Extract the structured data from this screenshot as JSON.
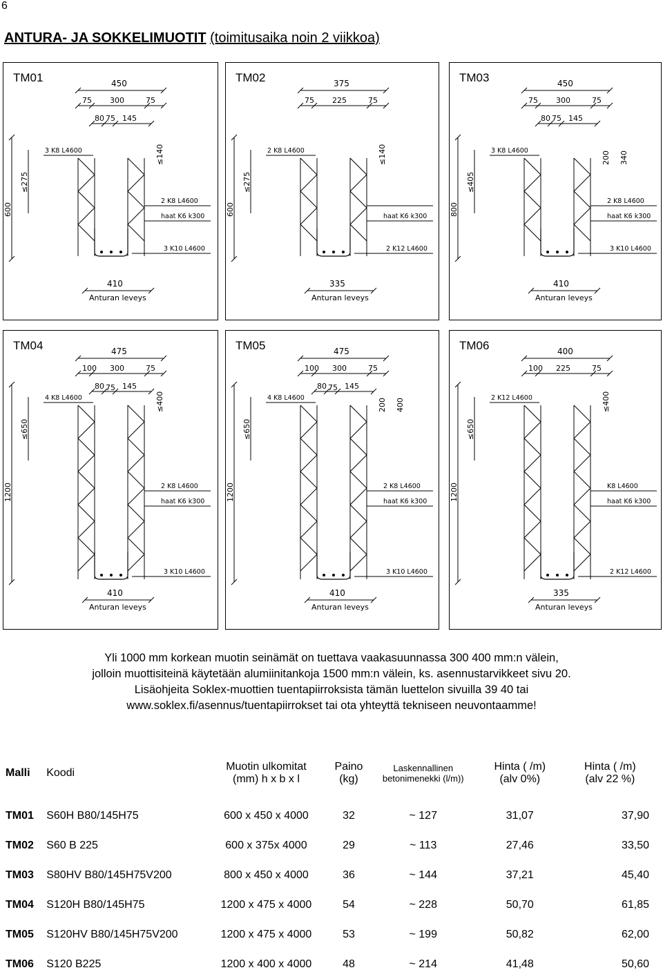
{
  "page_number": "6",
  "heading": {
    "title": "ANTURA- JA SOKKELIMUOTIT",
    "subtitle": "(toimitusaika noin 2 viikkoa)"
  },
  "drawings": [
    {
      "code": "TM01",
      "width": "450",
      "parts": [
        "75",
        "300",
        "75"
      ],
      "sub": [
        "80",
        "75",
        "145"
      ],
      "height": "600",
      "rebar_top": "3 K8 L4600",
      "rebar_mid": "2 K8 L4600",
      "haat": "haat K6 k300",
      "rebar_bot": "3 K10 L4600",
      "base": "410",
      "base_label": "Anturan leveys",
      "dim_a": "≤275",
      "dim_b": "≤140"
    },
    {
      "code": "TM02",
      "width": "375",
      "parts": [
        "75",
        "225",
        "75"
      ],
      "sub": [],
      "height": "600",
      "rebar_top": "2 K8 L4600",
      "rebar_mid": "",
      "haat": "haat K6 k300",
      "rebar_bot": "2 K12 L4600",
      "base": "335",
      "base_label": "Anturan leveys",
      "dim_a": "≤275",
      "dim_b": "≤140"
    },
    {
      "code": "TM03",
      "width": "450",
      "parts": [
        "75",
        "300",
        "75"
      ],
      "sub": [
        "80",
        "75",
        "145"
      ],
      "height": "800",
      "rebar_top": "3 K8 L4600",
      "rebar_mid": "2 K8 L4600",
      "haat": "haat K6 k300",
      "rebar_bot": "3 K10 L4600",
      "base": "410",
      "base_label": "Anturan leveys",
      "dim_a": "≤405",
      "dim_b": "200",
      "dim_c": "340"
    },
    {
      "code": "TM04",
      "width": "475",
      "parts": [
        "100",
        "300",
        "75"
      ],
      "sub": [
        "80",
        "75",
        "145"
      ],
      "height": "1200",
      "rebar_top": "4 K8 L4600",
      "rebar_mid": "2 K8 L4600",
      "haat": "haat K6 k300",
      "rebar_bot": "3 K10 L4600",
      "base": "410",
      "base_label": "Anturan leveys",
      "dim_a": "≤650",
      "dim_b": "≤400"
    },
    {
      "code": "TM05",
      "width": "475",
      "parts": [
        "100",
        "300",
        "75"
      ],
      "sub": [
        "80",
        "75",
        "145"
      ],
      "height": "1200",
      "rebar_top": "4 K8 L4600",
      "rebar_mid": "2 K8 L4600",
      "haat": "haat K6 k300",
      "rebar_bot": "3 K10 L4600",
      "base": "410",
      "base_label": "Anturan leveys",
      "dim_a": "≤650",
      "dim_b": "200",
      "dim_c": "400"
    },
    {
      "code": "TM06",
      "width": "400",
      "parts": [
        "100",
        "225",
        "75"
      ],
      "sub": [],
      "height": "1200",
      "rebar_top": "2 K12 L4600",
      "rebar_mid": "K8 L4600",
      "haat": "haat K6 k300",
      "rebar_bot": "2 K12 L4600",
      "base": "335",
      "base_label": "Anturan leveys",
      "dim_a": "≤650",
      "dim_b": "≤400"
    }
  ],
  "note": {
    "line1": "Yli 1000 mm korkean muotin seinämät on tuettava vaakasuunnassa 300 400 mm:n välein,",
    "line2": "jolloin muottisiteinä käytetään alumiinitankoja 1500 mm:n välein, ks. asennustarvikkeet sivu 20.",
    "line3": "Lisäohjeita Soklex-muottien tuentapiirroksista tämän luettelon sivuilla 39 40 tai",
    "line4": "www.soklex.fi/asennus/tuentapiirrokset tai ota yhteyttä tekniseen neuvontaamme!"
  },
  "table": {
    "headers": {
      "malli": "Malli",
      "koodi": "Koodi",
      "dim_1": "Muotin ulkomitat",
      "dim_2": "(mm)  h x b x l",
      "paino_1": "Paino",
      "paino_2": "(kg)",
      "bet_1": "Laskennallinen",
      "bet_2": "betonimenekki (l/m))",
      "h0_1": "Hinta ( /m)",
      "h0_2": "(alv 0%)",
      "h22_1": "Hinta ( /m)",
      "h22_2": "(alv 22 %)"
    },
    "rows": [
      {
        "malli": "TM01",
        "koodi": "S60H B80/145H75",
        "dim": "600 x 450 x 4000",
        "paino": "32",
        "bet": "~ 127",
        "h0": "31,07",
        "h22": "37,90"
      },
      {
        "malli": "TM02",
        "koodi": "S60 B 225",
        "dim": "600 x 375x 4000",
        "paino": "29",
        "bet": "~ 113",
        "h0": "27,46",
        "h22": "33,50"
      },
      {
        "malli": "TM03",
        "koodi": "S80HV B80/145H75V200",
        "dim": "800 x 450 x 4000",
        "paino": "36",
        "bet": "~ 144",
        "h0": "37,21",
        "h22": "45,40"
      },
      {
        "malli": "TM04",
        "koodi": "S120H B80/145H75",
        "dim": "1200 x 475 x 4000",
        "paino": "54",
        "bet": "~ 228",
        "h0": "50,70",
        "h22": "61,85"
      },
      {
        "malli": "TM05",
        "koodi": "S120HV B80/145H75V200",
        "dim": "1200 x 475 x 4000",
        "paino": "53",
        "bet": "~ 199",
        "h0": "50,82",
        "h22": "62,00"
      },
      {
        "malli": "TM06",
        "koodi": "S120 B225",
        "dim": "1200 x 400 x 4000",
        "paino": "48",
        "bet": "~ 214",
        "h0": "41,48",
        "h22": "50,60"
      }
    ]
  }
}
